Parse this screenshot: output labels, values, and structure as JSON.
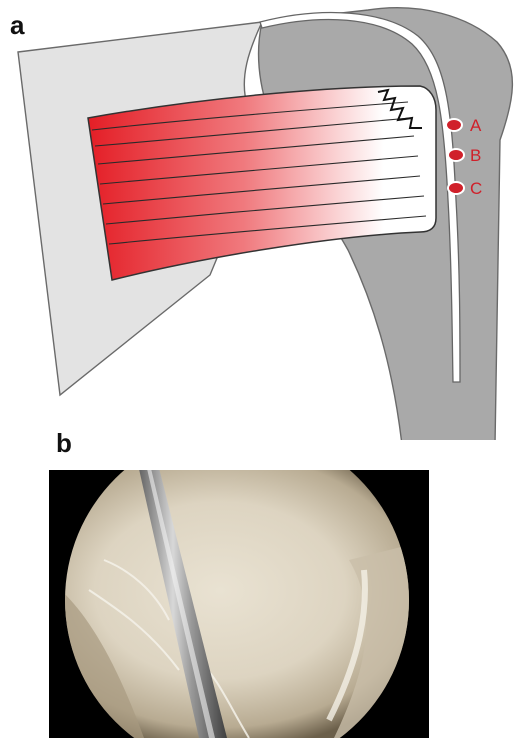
{
  "panels": {
    "a": {
      "label": "a"
    },
    "b": {
      "label": "b"
    }
  },
  "points": [
    {
      "label": "A"
    },
    {
      "label": "B"
    },
    {
      "label": "C"
    }
  ],
  "colors": {
    "muscle_red": "#e41e26",
    "point_red": "#d0202a",
    "bone_grey": "#a9a9a9",
    "scapula_grey": "#e3e3e3",
    "outline": "#555555"
  }
}
